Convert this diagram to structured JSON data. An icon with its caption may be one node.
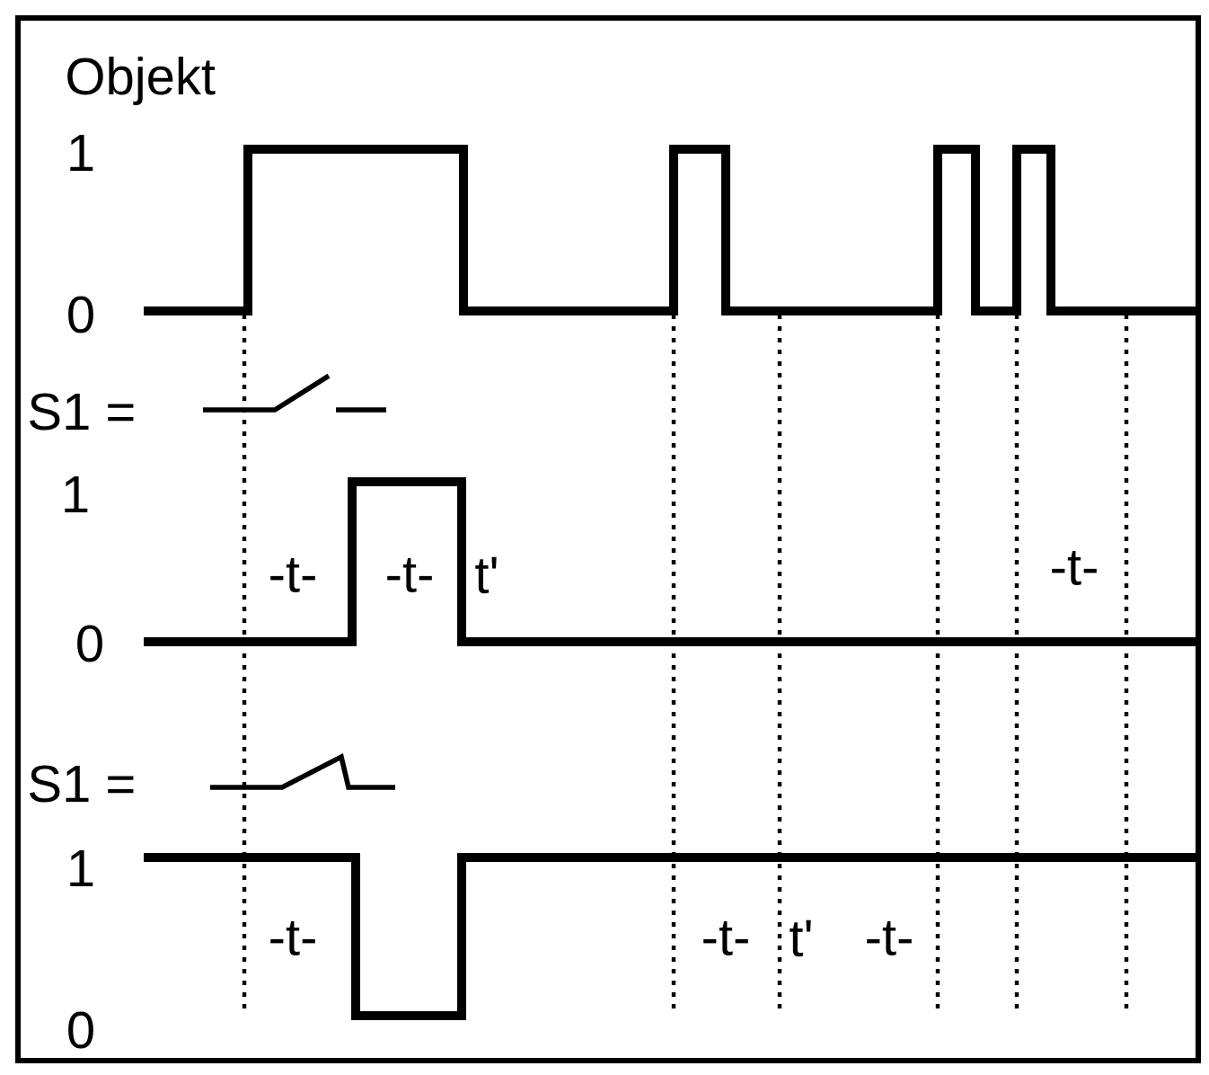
{
  "diagram": {
    "labels": [
      "Objekt",
      "1",
      "0",
      "S1 =",
      "1",
      "-t-",
      "-t-",
      "t'",
      "-t-",
      "0",
      "S1 =",
      "1",
      "-t-",
      "-t-",
      "t'",
      "-t-",
      "0"
    ]
  }
}
